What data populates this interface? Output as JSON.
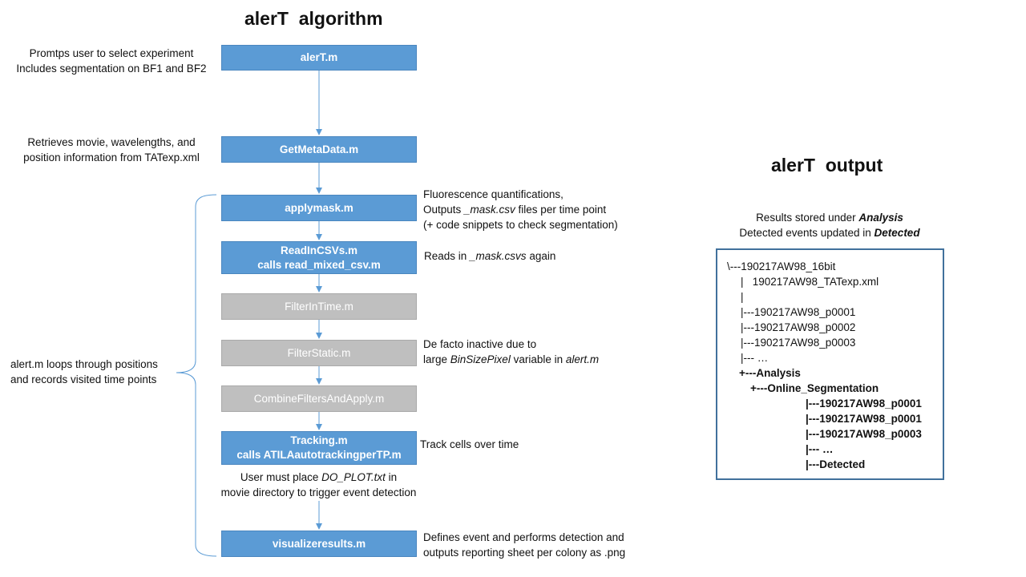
{
  "algorithm": {
    "title": "alerT  algorithm",
    "steps": [
      {
        "lines": [
          "alerT.m"
        ],
        "active": true,
        "name": "step-alert-m"
      },
      {
        "lines": [
          "GetMetaData.m"
        ],
        "active": true,
        "name": "step-getmetadata"
      },
      {
        "lines": [
          "applymask.m"
        ],
        "active": true,
        "name": "step-applymask"
      },
      {
        "lines": [
          "ReadInCSVs.m",
          "calls read_mixed_csv.m"
        ],
        "active": true,
        "name": "step-readincsvs"
      },
      {
        "lines": [
          "FilterInTime.m"
        ],
        "active": false,
        "name": "step-filterintime"
      },
      {
        "lines": [
          "FilterStatic.m"
        ],
        "active": false,
        "name": "step-filterstatic"
      },
      {
        "lines": [
          "CombineFiltersAndApply.m"
        ],
        "active": false,
        "name": "step-combinefilters"
      },
      {
        "lines": [
          "Tracking.m",
          "calls ATILAautotrackingperTP.m"
        ],
        "active": true,
        "name": "step-tracking"
      },
      {
        "lines": [
          "visualizeresults.m"
        ],
        "active": true,
        "name": "step-visualizeresults"
      }
    ],
    "notes": {
      "alert": [
        "Promtps user to select experiment",
        "Includes segmentation on BF1 and BF2"
      ],
      "getmetadata": [
        "Retrieves movie, wavelengths, and",
        "position information  from TATexp.xml"
      ],
      "applymask": {
        "l1": "Fluorescence quantifications,",
        "l2_pre": "Outputs ",
        "l2_italic": "_mask.csv",
        "l2_post": " files per time point",
        "l3": "(+ code snippets to check segmentation)"
      },
      "readincsvs": {
        "pre": "Reads in ",
        "italic": "_mask.csvs",
        "post": " again"
      },
      "filterstatic": {
        "l1": "De facto inactive due to",
        "l2_pre": "large ",
        "l2_italic": "BinSizePixel",
        "l2_mid": " variable in ",
        "l2_italic2": "alert.m"
      },
      "tracking": "Track cells over time",
      "doplot": {
        "l1_pre": "User must place ",
        "l1_italic": "DO_PLOT.txt",
        "l1_post": " in",
        "l2": "movie directory to trigger event detection"
      },
      "visualize": [
        "Defines event and performs detection and",
        "outputs reporting sheet per colony as .png"
      ],
      "loop": [
        "alert.m loops through positions",
        "and records visited time points"
      ]
    }
  },
  "output": {
    "title": "alerT  output",
    "desc1_pre": "Results stored under ",
    "desc1_bold": "Analysis",
    "desc2_pre": "Detected events updated in ",
    "desc2_bold": "Detected",
    "tree": [
      {
        "text": "\\---190217AW98_16bit",
        "bold": false
      },
      {
        "text": "|   190217AW98_TATexp.xml",
        "bold": false
      },
      {
        "text": "|",
        "bold": false
      },
      {
        "text": "|---190217AW98_p0001",
        "bold": false
      },
      {
        "text": "|---190217AW98_p0002",
        "bold": false
      },
      {
        "text": "|---190217AW98_p0003",
        "bold": false
      },
      {
        "text": "|--- …",
        "bold": false
      },
      {
        "text": "+---Analysis",
        "bold": true
      },
      {
        "text": "+---Online_Segmentation",
        "bold": true
      },
      {
        "text": "|---190217AW98_p0001",
        "bold": true
      },
      {
        "text": "|---190217AW98_p0001",
        "bold": true
      },
      {
        "text": "|---190217AW98_p0003",
        "bold": true
      },
      {
        "text": "|--- …",
        "bold": true
      },
      {
        "text": "|---Detected",
        "bold": true
      }
    ]
  },
  "colors": {
    "active": "#5B9BD5",
    "inactive": "#BFBFBF",
    "arrow": "#5B9BD5",
    "tree_border": "#41719C"
  }
}
